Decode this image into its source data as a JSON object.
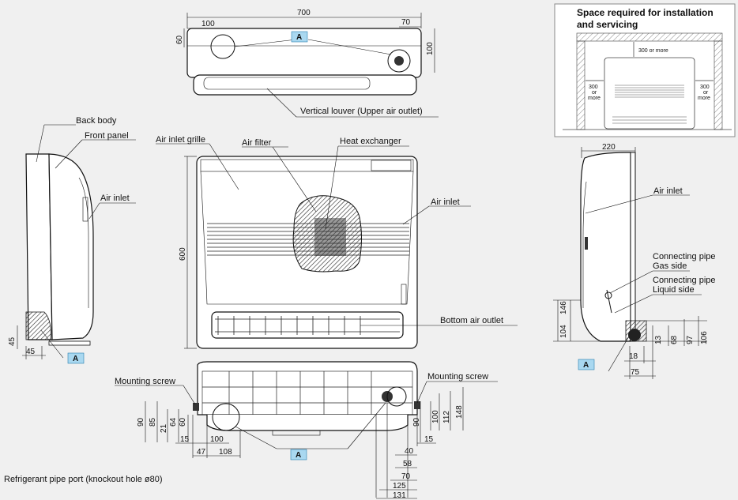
{
  "top_view": {
    "dims": {
      "overall_width": "700",
      "pipe_left": "100",
      "pipe_right": "70",
      "height_left": "60",
      "height_right": "100"
    },
    "tag": "A",
    "vertical_louver": "Vertical louver (Upper air outlet)"
  },
  "install_box": {
    "title_line1": "Space required for installation",
    "title_line2": "and servicing",
    "top_clearance": "300 or more",
    "left_clearance": [
      "300",
      "or",
      "more"
    ],
    "right_clearance": [
      "300",
      "or",
      "more"
    ]
  },
  "side_left": {
    "back_body": "Back body",
    "front_panel": "Front panel",
    "air_inlet": "Air inlet",
    "dim_45_vertical": "45",
    "dim_45_horizontal": "45",
    "tag": "A"
  },
  "front_view": {
    "air_inlet_grille": "Air inlet grille",
    "air_filter": "Air filter",
    "heat_exchanger": "Heat exchanger",
    "air_inlet": "Air inlet",
    "height": "600",
    "bottom_air_outlet": "Bottom air outlet"
  },
  "side_right": {
    "width": "220",
    "air_inlet": "Air inlet",
    "connecting_pipe_gas": [
      "Connecting pipe",
      "Gas side"
    ],
    "connecting_pipe_liquid": [
      "Connecting pipe",
      "Liquid side"
    ],
    "left_dims": [
      "104",
      "146"
    ],
    "right_dims": [
      "13",
      "68",
      "97",
      "106"
    ],
    "bottom_dims": [
      "18",
      "75"
    ],
    "tag": "A"
  },
  "bottom_view": {
    "mounting_screw_left": "Mounting screw",
    "mounting_screw_right": "Mounting screw",
    "left_vertical_dims": [
      "90",
      "85",
      "21",
      "64",
      "60"
    ],
    "left_horizontal_dims": [
      "15",
      "100",
      "47",
      "108"
    ],
    "right_vertical_dims": [
      "90",
      "100",
      "112",
      "148"
    ],
    "right_horizontal_dims": [
      "15",
      "40",
      "58",
      "70",
      "125",
      "131"
    ],
    "tag": "A"
  },
  "footnote": "Refrigerant pipe port (knockout hole ø80)"
}
